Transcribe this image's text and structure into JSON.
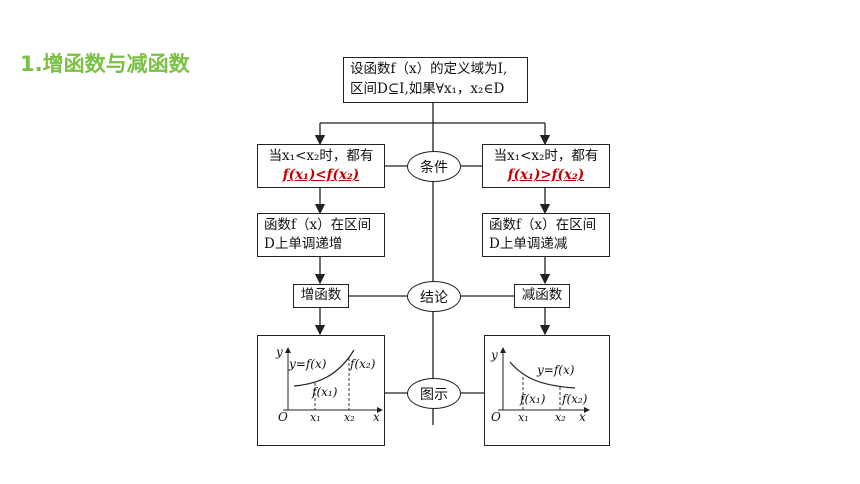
{
  "heading": "1.增函数与减函数",
  "top_box": {
    "line1": "设函数f（x）的定义域为I,",
    "line2": "区间D⊆I,如果∀x₁，x₂∈D"
  },
  "ovals": {
    "condition": "条件",
    "conclusion": "结论",
    "graph": "图示"
  },
  "left": {
    "condition_line1": "当x₁<x₂时，都有",
    "condition_line2": "f(x₁)<f(x₂)",
    "monotone_line1": "函数f（x）在区间",
    "monotone_line2": "D上单调递增",
    "result": "增函数",
    "plot": {
      "y_axis": "y",
      "x_axis": "x",
      "origin": "O",
      "curve_label": "y=f(x)",
      "fx1": "f(x₁)",
      "fx2": "f(x₂)",
      "x1": "x₁",
      "x2": "x₂"
    }
  },
  "right": {
    "condition_line1": "当x₁<x₂时，都有",
    "condition_line2": "f(x₁)>f(x₂)",
    "monotone_line1": "函数f（x）在区间",
    "monotone_line2": "D上单调递减",
    "result": "减函数",
    "plot": {
      "y_axis": "y",
      "x_axis": "x",
      "origin": "O",
      "curve_label": "y=f(x)",
      "fx1": "f(x₁)",
      "fx2": "f(x₂)",
      "x1": "x₁",
      "x2": "x₂"
    }
  }
}
